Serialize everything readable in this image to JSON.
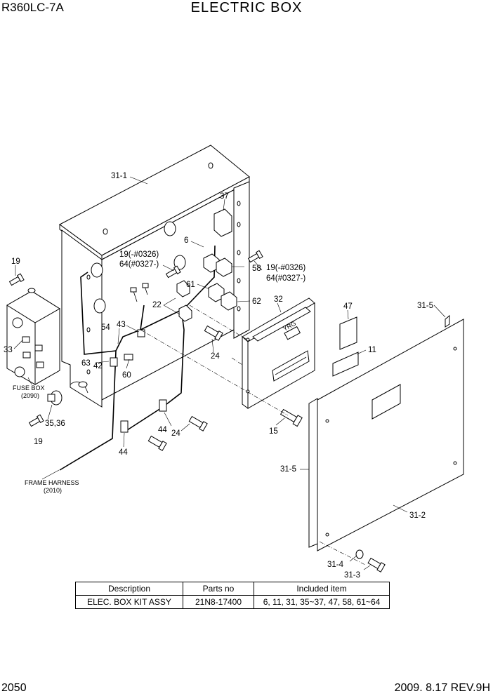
{
  "header": {
    "model": "R360LC-7A",
    "title": "ELECTRIC BOX"
  },
  "labels": {
    "p31_1": "31-1",
    "p37": "37",
    "p6": "6",
    "p19_note_a": "19(-#0326)",
    "p64_note_a": "64(#0327-)",
    "p58": "58",
    "p19_note_b": "19(-#0326)",
    "p64_note_b": "64(#0327-)",
    "p61": "61",
    "p62": "62",
    "p22": "22",
    "p19_top": "19",
    "p33": "33",
    "p54": "54",
    "p43": "43",
    "p63": "63",
    "p42": "42",
    "p60": "60",
    "p24_upper": "24",
    "p32": "32",
    "p47": "47",
    "p31_5_top": "31-5",
    "p11": "11",
    "p15": "15",
    "p35_36": "35,36",
    "p19_bottom": "19",
    "p44_right": "44",
    "p24_lower": "24",
    "p44_bottom": "44",
    "p31_5_mid": "31-5",
    "p31_2": "31-2",
    "p31_4": "31-4",
    "p31_3": "31-3",
    "fuse_box": "FUSE BOX",
    "fuse_box_ref": "(2090)",
    "frame_harness": "FRAME HARNESS",
    "frame_harness_ref": "(2010)",
    "controller_marking": "YRG"
  },
  "table": {
    "headers": [
      "Description",
      "Parts no",
      "Included item"
    ],
    "rows": [
      [
        "ELEC. BOX KIT ASSY",
        "21N8-17400",
        "6, 11, 31, 35~37, 47, 58, 61~64"
      ]
    ]
  },
  "footer": {
    "page": "2050",
    "revision": "2009. 8.17  REV.9H"
  }
}
